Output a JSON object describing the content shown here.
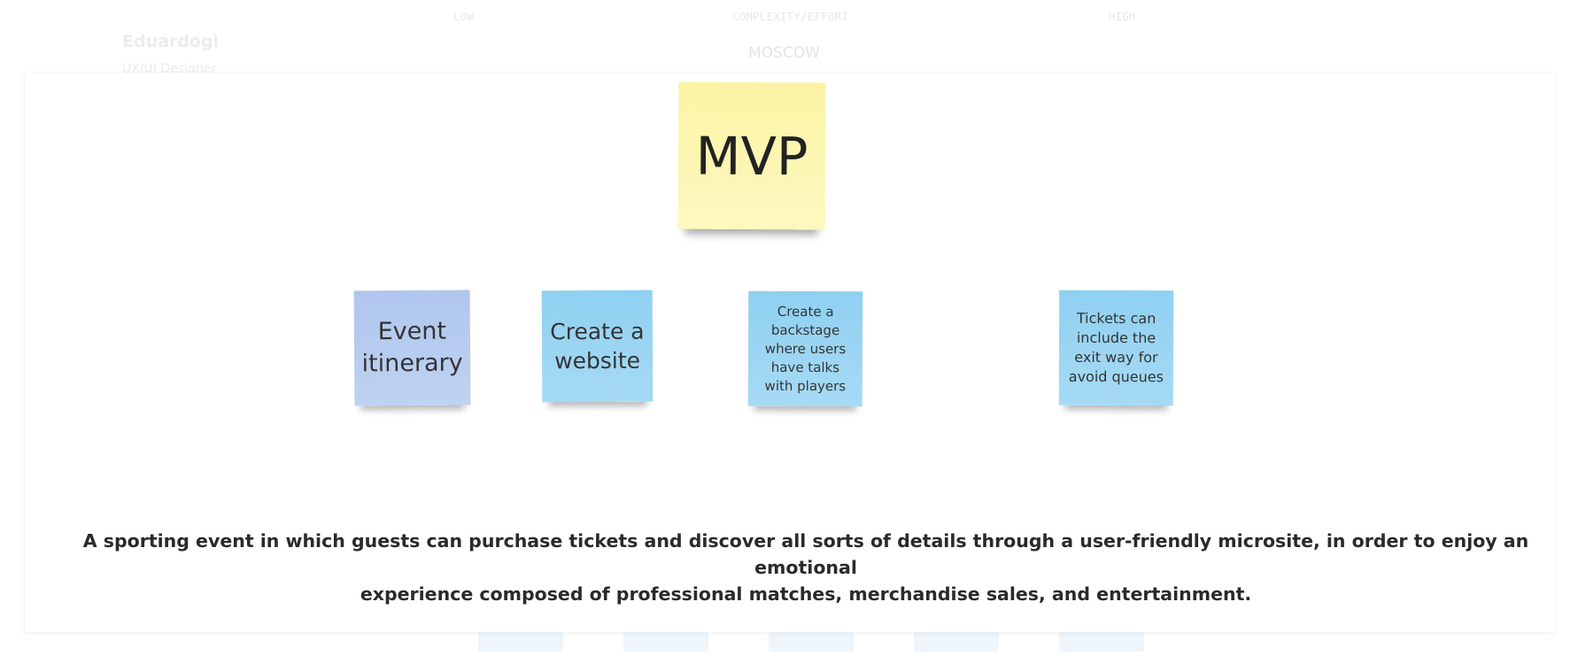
{
  "canvas_background": {
    "axis_low": "LOW",
    "axis_title": "COMPLEXITY/EFFORT",
    "axis_high": "HIGH",
    "section_title": "MOSCOW",
    "author_name": "Eduardogi",
    "author_role": "UX/UI Designer"
  },
  "stickies": {
    "mvp": {
      "text": "MVP",
      "color": "#fcf6b3"
    },
    "itinerary": {
      "text": "Event itinerary",
      "color": "#b8cdf0"
    },
    "website": {
      "text": "Create a website",
      "color": "#9dd6f3"
    },
    "backstage": {
      "text": "Create a backstage where users have talks with players",
      "color": "#9dd6f3"
    },
    "tickets": {
      "text": "Tickets can include the exit way for avoid queues",
      "color": "#9dd6f3"
    }
  },
  "statement": {
    "line1": "A sporting event in which guests can purchase tickets and discover all sorts of details through a user-friendly microsite, in order to enjoy an emotional",
    "line2": "experience composed of professional matches, merchandise sales, and entertainment."
  }
}
